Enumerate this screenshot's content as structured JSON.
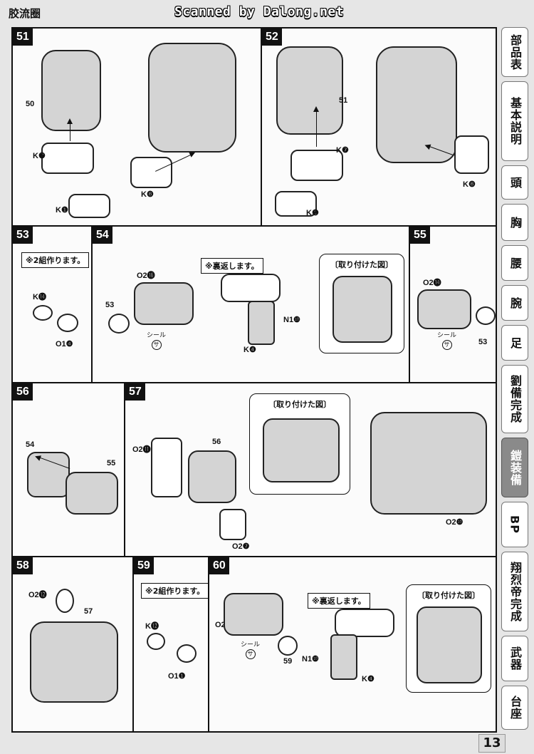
{
  "header": {
    "section_title": "胶流圈",
    "scanner_credit": "Scanned by Dalong.net"
  },
  "steps": [
    {
      "number": "51",
      "labels": [
        "50",
        "K❼",
        "K❶",
        "K❽"
      ]
    },
    {
      "number": "52",
      "labels": [
        "51",
        "K❼",
        "K❶",
        "K❽"
      ]
    },
    {
      "number": "53",
      "note": "※2組作ります。",
      "labels": [
        "K⓮",
        "O1❹"
      ]
    },
    {
      "number": "54",
      "note": "※裏返します。",
      "labels": [
        "O2⓰",
        "53",
        "シール",
        "サ",
        "N1❿",
        "K❹"
      ],
      "callout": "〔取り付けた図〕"
    },
    {
      "number": "55",
      "labels": [
        "O2⓮",
        "シール",
        "サ",
        "53"
      ]
    },
    {
      "number": "56",
      "labels": [
        "54",
        "55"
      ]
    },
    {
      "number": "57",
      "labels": [
        "O2⓫",
        "56",
        "O2❼",
        "O2❿"
      ],
      "callout": "〔取り付けた図〕"
    },
    {
      "number": "58",
      "labels": [
        "O2⓬",
        "57"
      ]
    },
    {
      "number": "59",
      "note": "※2組作ります。",
      "labels": [
        "K⓬",
        "O1❶"
      ]
    },
    {
      "number": "60",
      "note": "※裏返します。",
      "labels": [
        "O2⓯",
        "シール",
        "サ",
        "59",
        "N1❿",
        "K❹"
      ],
      "callout": "〔取り付けた図〕"
    }
  ],
  "sidebar": {
    "tabs": [
      {
        "label": "部品表",
        "active": false
      },
      {
        "label": "基本説明",
        "active": false
      },
      {
        "label": "頭",
        "active": false
      },
      {
        "label": "胸",
        "active": false
      },
      {
        "label": "腰",
        "active": false
      },
      {
        "label": "腕",
        "active": false
      },
      {
        "label": "足",
        "active": false
      },
      {
        "label": "劉備完成",
        "active": false
      },
      {
        "label": "鎧装備",
        "active": true
      },
      {
        "label": "BP",
        "active": false
      },
      {
        "label": "翔烈帝完成",
        "active": false
      },
      {
        "label": "武器",
        "active": false
      },
      {
        "label": "台座",
        "active": false
      }
    ]
  },
  "page_number": "13"
}
